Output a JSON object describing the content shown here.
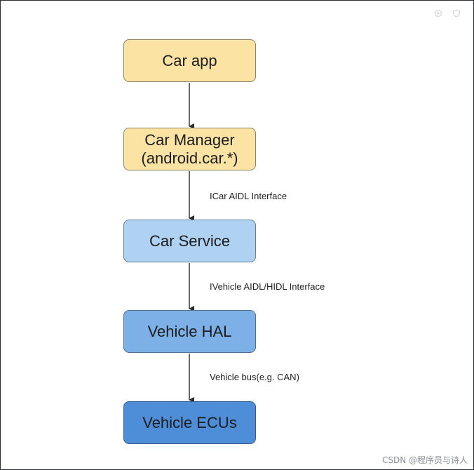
{
  "diagram": {
    "nodes": [
      {
        "id": "car-app",
        "lines": [
          "Car app"
        ],
        "color": "#fbe3a3"
      },
      {
        "id": "car-manager",
        "lines": [
          "Car Manager",
          "(android.car.*)"
        ],
        "color": "#fbe3a3"
      },
      {
        "id": "car-service",
        "lines": [
          "Car Service"
        ],
        "color": "#b0d2f2"
      },
      {
        "id": "vehicle-hal",
        "lines": [
          "Vehicle HAL"
        ],
        "color": "#7db0e6"
      },
      {
        "id": "vehicle-ecus",
        "lines": [
          "Vehicle ECUs"
        ],
        "color": "#4e8ed8"
      }
    ],
    "edges": [
      {
        "from": "car-app",
        "to": "car-manager",
        "label": ""
      },
      {
        "from": "car-manager",
        "to": "car-service",
        "label": "ICar AIDL Interface"
      },
      {
        "from": "car-service",
        "to": "vehicle-hal",
        "label": "IVehicle AIDL/HIDL Interface"
      },
      {
        "from": "vehicle-hal",
        "to": "vehicle-ecus",
        "label": "Vehicle bus(e.g. CAN)"
      }
    ]
  },
  "toolbar_icons": [
    "settings-icon",
    "shield-icon"
  ],
  "watermark": "CSDN @程序员与诗人"
}
